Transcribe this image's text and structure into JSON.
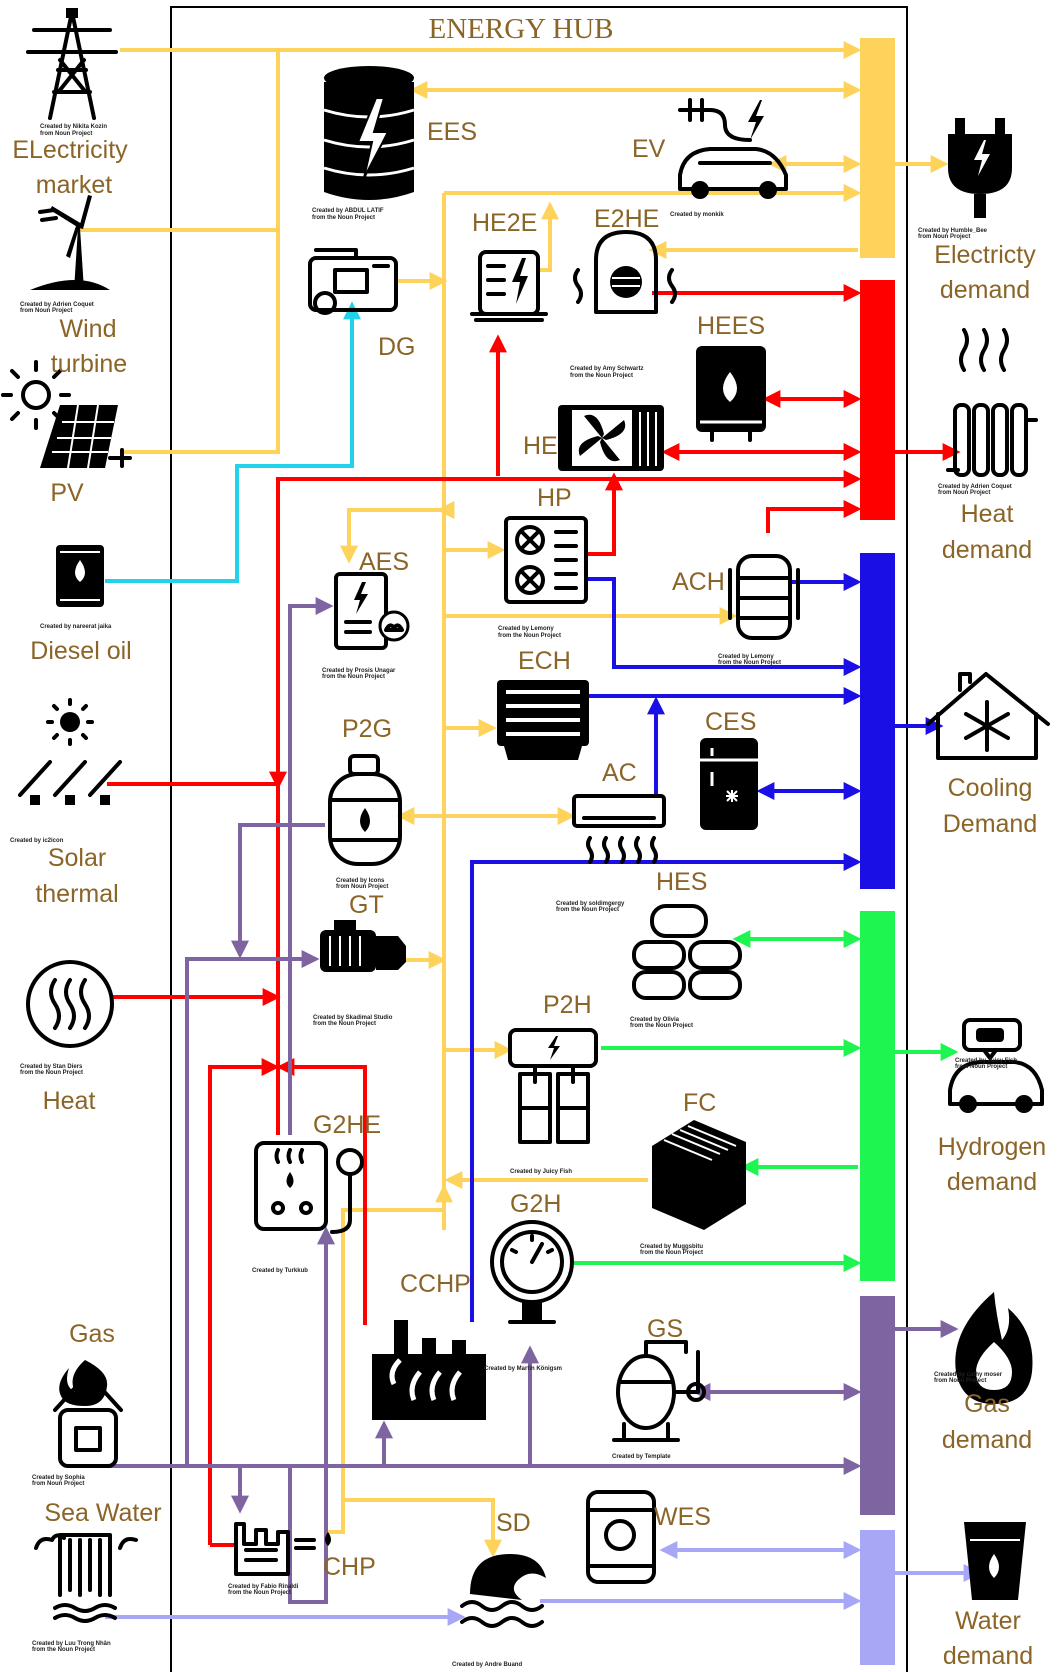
{
  "title": "ENERGY HUB",
  "colors": {
    "electricity": "#FDD35C",
    "heat": "#FF0000",
    "cooling": "#1A10E6",
    "hydrogen": "#1EF550",
    "gas": "#7E64A0",
    "water": "#A7A7F5",
    "diesel": "#20D3EA",
    "label": "#8B6428"
  },
  "inputs": {
    "electricity_market": [
      "ELectricity",
      "market"
    ],
    "wind_turbine": [
      "Wind",
      "turbine"
    ],
    "pv": "PV",
    "diesel_oil": "Diesel oil",
    "solar_thermal": [
      "Solar",
      "thermal"
    ],
    "heat": "Heat",
    "gas": "Gas",
    "sea_water": "Sea Water"
  },
  "demands": {
    "electricity": [
      "Electricty",
      "demand"
    ],
    "heat": [
      "Heat",
      "demand"
    ],
    "cooling": [
      "Cooling",
      "Demand"
    ],
    "hydrogen": [
      "Hydrogen",
      "demand"
    ],
    "gas": [
      "Gas",
      "demand"
    ],
    "water": [
      "Water",
      "demand"
    ]
  },
  "devices": {
    "ees": "EES",
    "ev": "EV",
    "he2e": "HE2E",
    "e2he": "E2HE",
    "dg": "DG",
    "hees": "HEES",
    "he": "HE",
    "hp": "HP",
    "aes": "AES",
    "ach": "ACH",
    "ech": "ECH",
    "ces": "CES",
    "p2g": "P2G",
    "ac": "AC",
    "gt": "GT",
    "hes": "HES",
    "p2h": "P2H",
    "fc": "FC",
    "g2he": "G2HE",
    "g2h": "G2H",
    "cchp": "CCHP",
    "gs": "GS",
    "sd": "SD",
    "wes": "WES",
    "chp": "CHP"
  },
  "credits": {
    "elec_market": [
      "Created by Nikita Kozin",
      "from Noun Project"
    ],
    "wind": [
      "Created by Adrien Coquet",
      "from Noun Project"
    ],
    "ees": [
      "Created by ABDUL LATIF",
      "from the Noun Project"
    ],
    "ev": "Created by monkik",
    "elec_demand": [
      "Created by Humble_Bee",
      "from Noun Project"
    ],
    "e2he": [
      "Created by Amy Schwartz",
      "from the Noun Project"
    ],
    "heat_demand": [
      "Created by Adrien Coquet",
      "from Noun Project"
    ],
    "diesel": "Created by nareerat jaika",
    "hp": [
      "Created by Lemony",
      "from the Noun Project"
    ],
    "ach": [
      "Created by Lemony",
      "from the Noun Project"
    ],
    "aes": [
      "Created by Prosis Unagar",
      "from the Noun Project"
    ],
    "solar": "Created by ic2icon",
    "p2g": [
      "Created by Icons",
      "from Noun Project"
    ],
    "gt": [
      "Created by Skadimal Studio",
      "from the Noun Project"
    ],
    "hes": [
      "Created by soldimgergy",
      "from the Noun Project"
    ],
    "p2h_olivia": [
      "Created by Olivia",
      "from the Noun Project"
    ],
    "heat_in": [
      "Created by Stan Diers",
      "from the Noun Project"
    ],
    "p2h": "Created by Juicy Fish",
    "fc": [
      "Created by Muggsbitu",
      "from the Noun Project"
    ],
    "hydrogen_demand": [
      "Created by Juicy Fish",
      "from Noun Project"
    ],
    "g2he": "Created by Turkkub",
    "g2h": "Created by Martin Königsm",
    "gas_in": [
      "Created by Sophia",
      "from Noun Project"
    ],
    "gs": "Created by Template",
    "gas_demand": [
      "Created by cathy moser",
      "from Noun Project"
    ],
    "chp": [
      "Created by Fabio Rinaldi",
      "from the Noun Project"
    ],
    "sea": [
      "Created by Luu Trong Nhân",
      "from the Noun Project"
    ],
    "sd": "Created by Andre Buand"
  }
}
